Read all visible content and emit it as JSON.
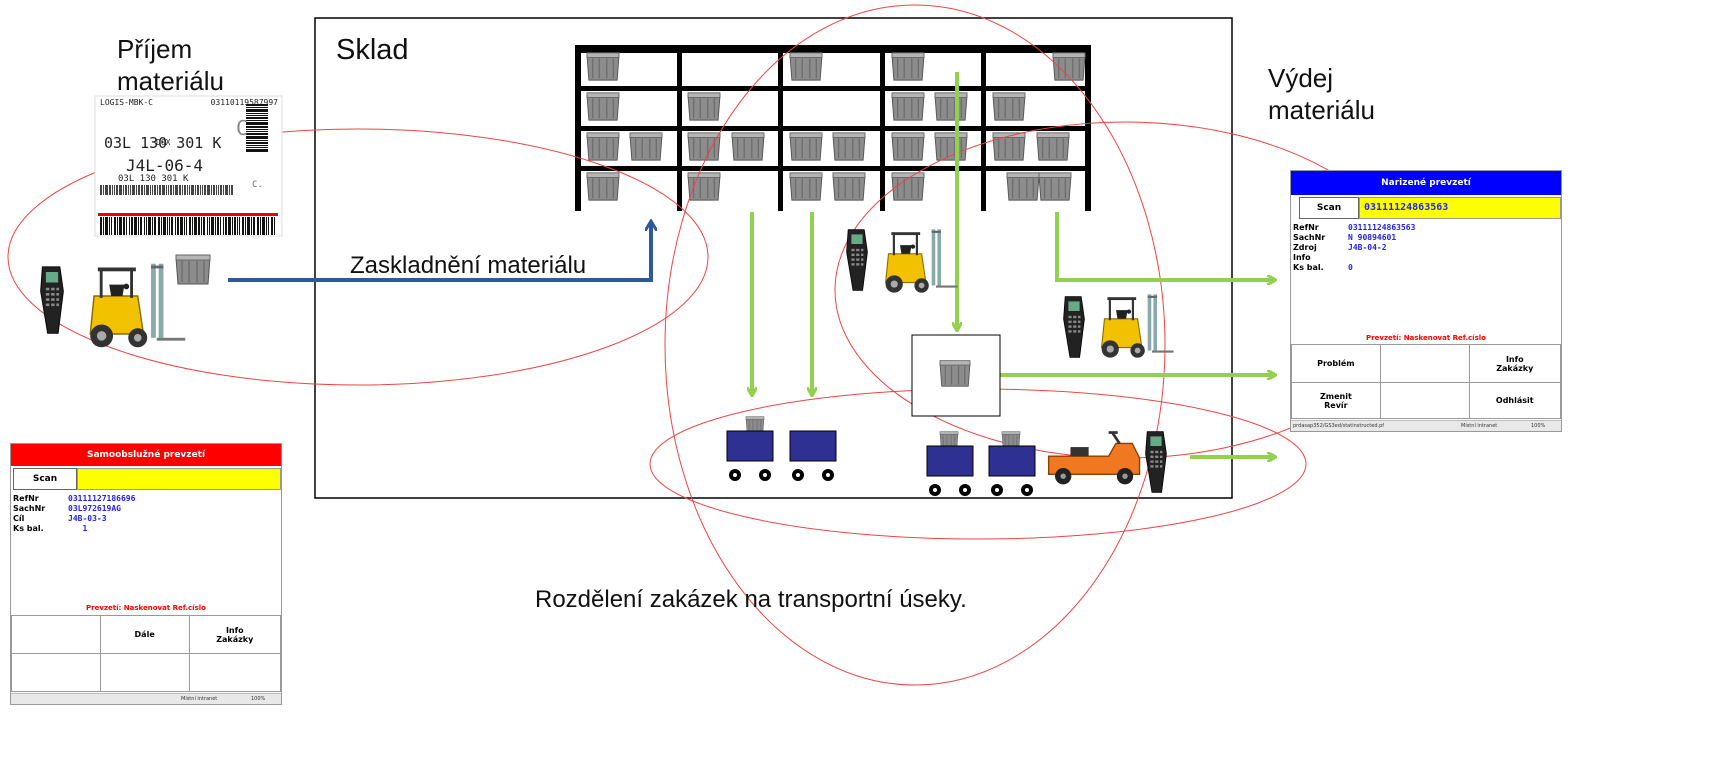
{
  "labels": {
    "prijem": "Příjem\nmateriálu",
    "sklad": "Sklad",
    "vydej": "Výdej\nmateriálu",
    "zaskladneni": "Zaskladnění materiálu",
    "caption": "Rozdělení zakázek na transportní úseky."
  },
  "barcode_label": {
    "line1": "LOGIS-MBK-C",
    "number": "03110119587997",
    "part": "03L 130 301 K",
    "location": "J4L-06-4",
    "part_small": "03L 130 301 K",
    "corner_letter": "C",
    "box_label": "DOX",
    "corner_c2": "C."
  },
  "terminal_right": {
    "title": "Narizené prevzetí",
    "scan_label": "Scan",
    "scan_value": "03111124863563",
    "fields": [
      {
        "key": "RefNr",
        "value": "03111124863563"
      },
      {
        "key": "SachNr",
        "value": "N  90894601"
      },
      {
        "key": "Zdroj",
        "value": "J4B-04-2"
      },
      {
        "key": "Info",
        "value": ""
      },
      {
        "key": "Ks bal.",
        "value": "0"
      }
    ],
    "prompt": "Prevzetí: Naskenovat Ref.císlo",
    "buttons": [
      [
        "Problém",
        "",
        "Info\nZakázky"
      ],
      [
        "Zmenit\nRevír",
        "",
        "Odhlásit"
      ]
    ],
    "status_left": "prdasap352/GS3ed/statinstructed.pf",
    "status_mid": "Místní intranet",
    "status_zoom": "100%"
  },
  "terminal_left": {
    "title": "Samoobslužné prevzetí",
    "scan_label": "Scan",
    "scan_value": "",
    "fields": [
      {
        "key": "RefNr",
        "value": "03111127186696"
      },
      {
        "key": "SachNr",
        "value": "03L972619AG"
      },
      {
        "key": "Cíl",
        "value": "J4B-03-3"
      },
      {
        "key": "Ks bal.",
        "value": "   1"
      }
    ],
    "prompt": "Prevzetí: Naskenovat Ref.císlo",
    "buttons": [
      [
        "",
        "Dále",
        "Info\nZakázky"
      ],
      [
        "",
        "",
        ""
      ]
    ],
    "status_mid": "Místní intranet",
    "status_zoom": "100%"
  },
  "colors": {
    "blue_arrow": "#2e5a9c",
    "green_arrow": "#92d050",
    "ellipse": "#e44",
    "cart": "#2e3192",
    "forklift": "#f2c200",
    "tug": "#f07820",
    "header_blue": "#0000ff",
    "header_red": "#ff0000"
  },
  "icons": [
    "forklift-icon",
    "handheld-scanner-icon",
    "crate-icon",
    "cart-icon",
    "tug-icon",
    "shelving-rack-icon"
  ]
}
